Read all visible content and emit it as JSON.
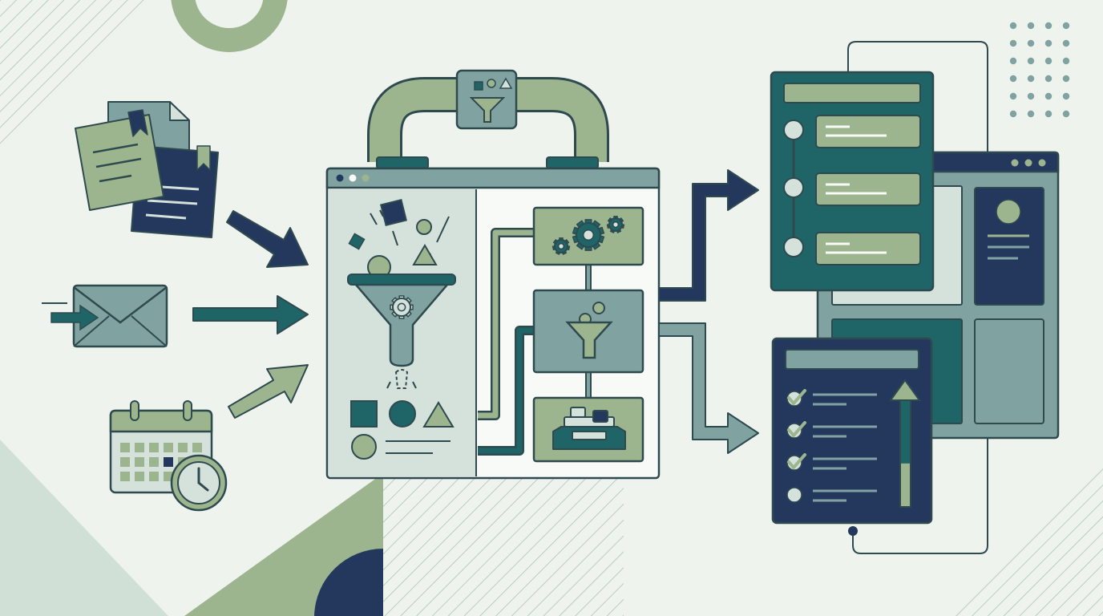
{
  "colors": {
    "background": "#eef3ee",
    "navy": "#24385e",
    "teal": "#1f6466",
    "sage": "#9cb58f",
    "mint": "#d4e2db",
    "grayTeal": "#80a3a1",
    "outline": "#2f4a4f",
    "white": "#f7faf6"
  },
  "icons": {
    "documents": "documents-icon",
    "email": "envelope-icon",
    "calendar": "calendar-icon",
    "clock": "clock-icon",
    "funnel": "funnel-icon",
    "gears": "gears-icon",
    "inbox-tray": "inbox-tray-icon",
    "checklist": "checklist-icon",
    "profile": "profile-icon",
    "arrow": "arrow-icon"
  },
  "flow": {
    "inputs": [
      "documents",
      "email",
      "calendar"
    ],
    "processor_steps": [
      "gears",
      "funnel",
      "inbox-tray"
    ],
    "outputs": [
      "timeline-list",
      "checklist",
      "profile-dashboard"
    ]
  },
  "checklist": {
    "checked_items": 3,
    "total_items": 4,
    "progress": 0.4
  }
}
